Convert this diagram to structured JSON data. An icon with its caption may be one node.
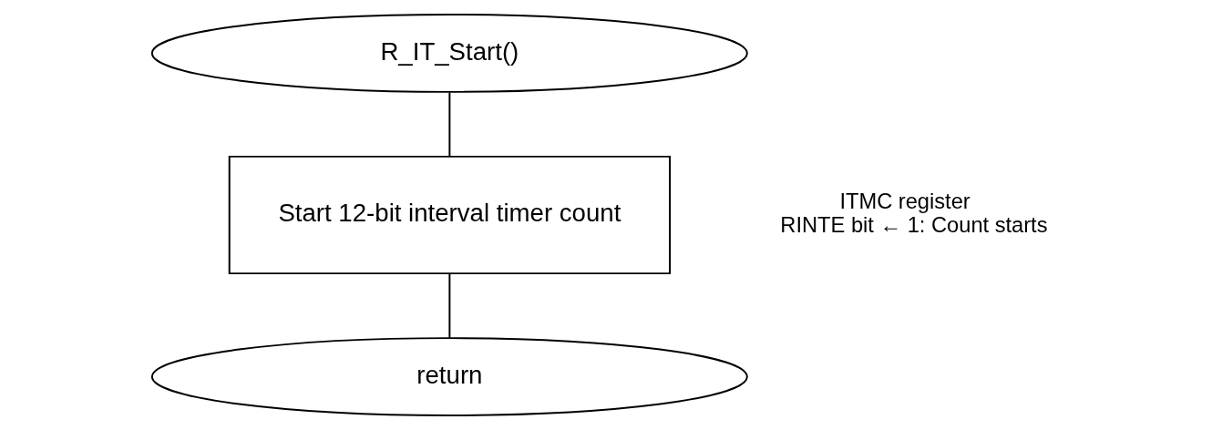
{
  "diagram": {
    "nodes": [
      {
        "text": [
          "R_IT_Start()"
        ]
      },
      {
        "text": [
          "Start 12-bit interval timer count"
        ],
        "beside": [
          "ITMC register",
          "RINTE bit ← 1: Count starts"
        ]
      },
      {
        "text": [
          "return"
        ]
      }
    ],
    "edges": [
      {
        "from": 0,
        "to": 1,
        "arrow": "none"
      },
      {
        "from": 1,
        "to": 2,
        "arrow": "none"
      }
    ]
  }
}
